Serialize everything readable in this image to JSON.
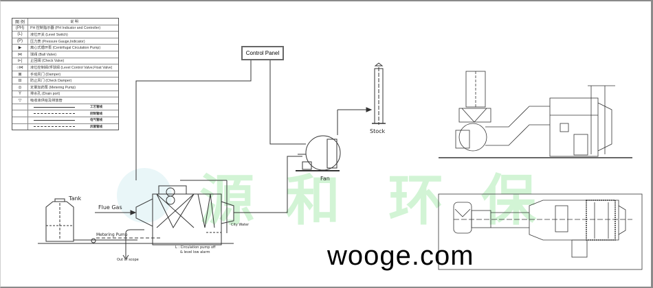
{
  "legend": {
    "header": {
      "symbol": "图 例",
      "description": "说 明"
    },
    "items": [
      {
        "icon": "ph-indicator-icon",
        "symbol": "(PH)",
        "label": "PH 控制指示器 (PH Indicator and Controller)"
      },
      {
        "icon": "level-switch-icon",
        "symbol": "(L)",
        "label": "液位开关 (Level Switch)"
      },
      {
        "icon": "pressure-gauge-icon",
        "symbol": "(P)",
        "label": "压力表 (Pressure Gauge,Indicator)"
      },
      {
        "icon": "centrifugal-pump-icon",
        "symbol": "▶",
        "label": "离心式循环泵 (Centrifugal Circulation Pump)"
      },
      {
        "icon": "ball-valve-icon",
        "symbol": "⋈",
        "label": "球阀 (Ball Valve)"
      },
      {
        "icon": "check-valve-icon",
        "symbol": "⊳|",
        "label": "止回阀 (Check Valve)"
      },
      {
        "icon": "float-valve-icon",
        "symbol": "○⋈",
        "label": "液位控制阀/浮球阀 (Level Control Valve,Float Valve)"
      },
      {
        "icon": "damper-icon",
        "symbol": "⊠",
        "label": "手动风门 (Damper)"
      },
      {
        "icon": "check-damper-icon",
        "symbol": "⊟",
        "label": "防止风门 (Check Damper)"
      },
      {
        "icon": "metering-pump-icon",
        "symbol": "◎",
        "label": "定量加药泵 (Metering Pump)"
      },
      {
        "icon": "drain-port-icon",
        "symbol": "Ÿ",
        "label": "排水孔 (Drain port)"
      },
      {
        "icon": "funnel-icon",
        "symbol": "▽",
        "label": "吸收液供给及排放管"
      }
    ],
    "lines": [
      {
        "style": "solid",
        "label": "工艺管线"
      },
      {
        "style": "dashdot",
        "label": "控制管线"
      },
      {
        "style": "solid",
        "label": "电气管线"
      },
      {
        "style": "dash",
        "label": "风管管线"
      }
    ]
  },
  "labels": {
    "control_panel": "Control Panel",
    "stack": "Stock",
    "fan": "Fan",
    "tank": "Tank",
    "flue_gas": "Flue Gas",
    "metering_pump": "Metering Pump",
    "out_of_scope": "Out of scope",
    "city_water": "City Water",
    "note_line1": "L : Circulation pump off",
    "note_line2": "& level low alarm"
  },
  "watermark": {
    "chars": [
      "源",
      "和",
      "环",
      "保"
    ],
    "color": "#7fe08a"
  },
  "website": "wooge.com"
}
